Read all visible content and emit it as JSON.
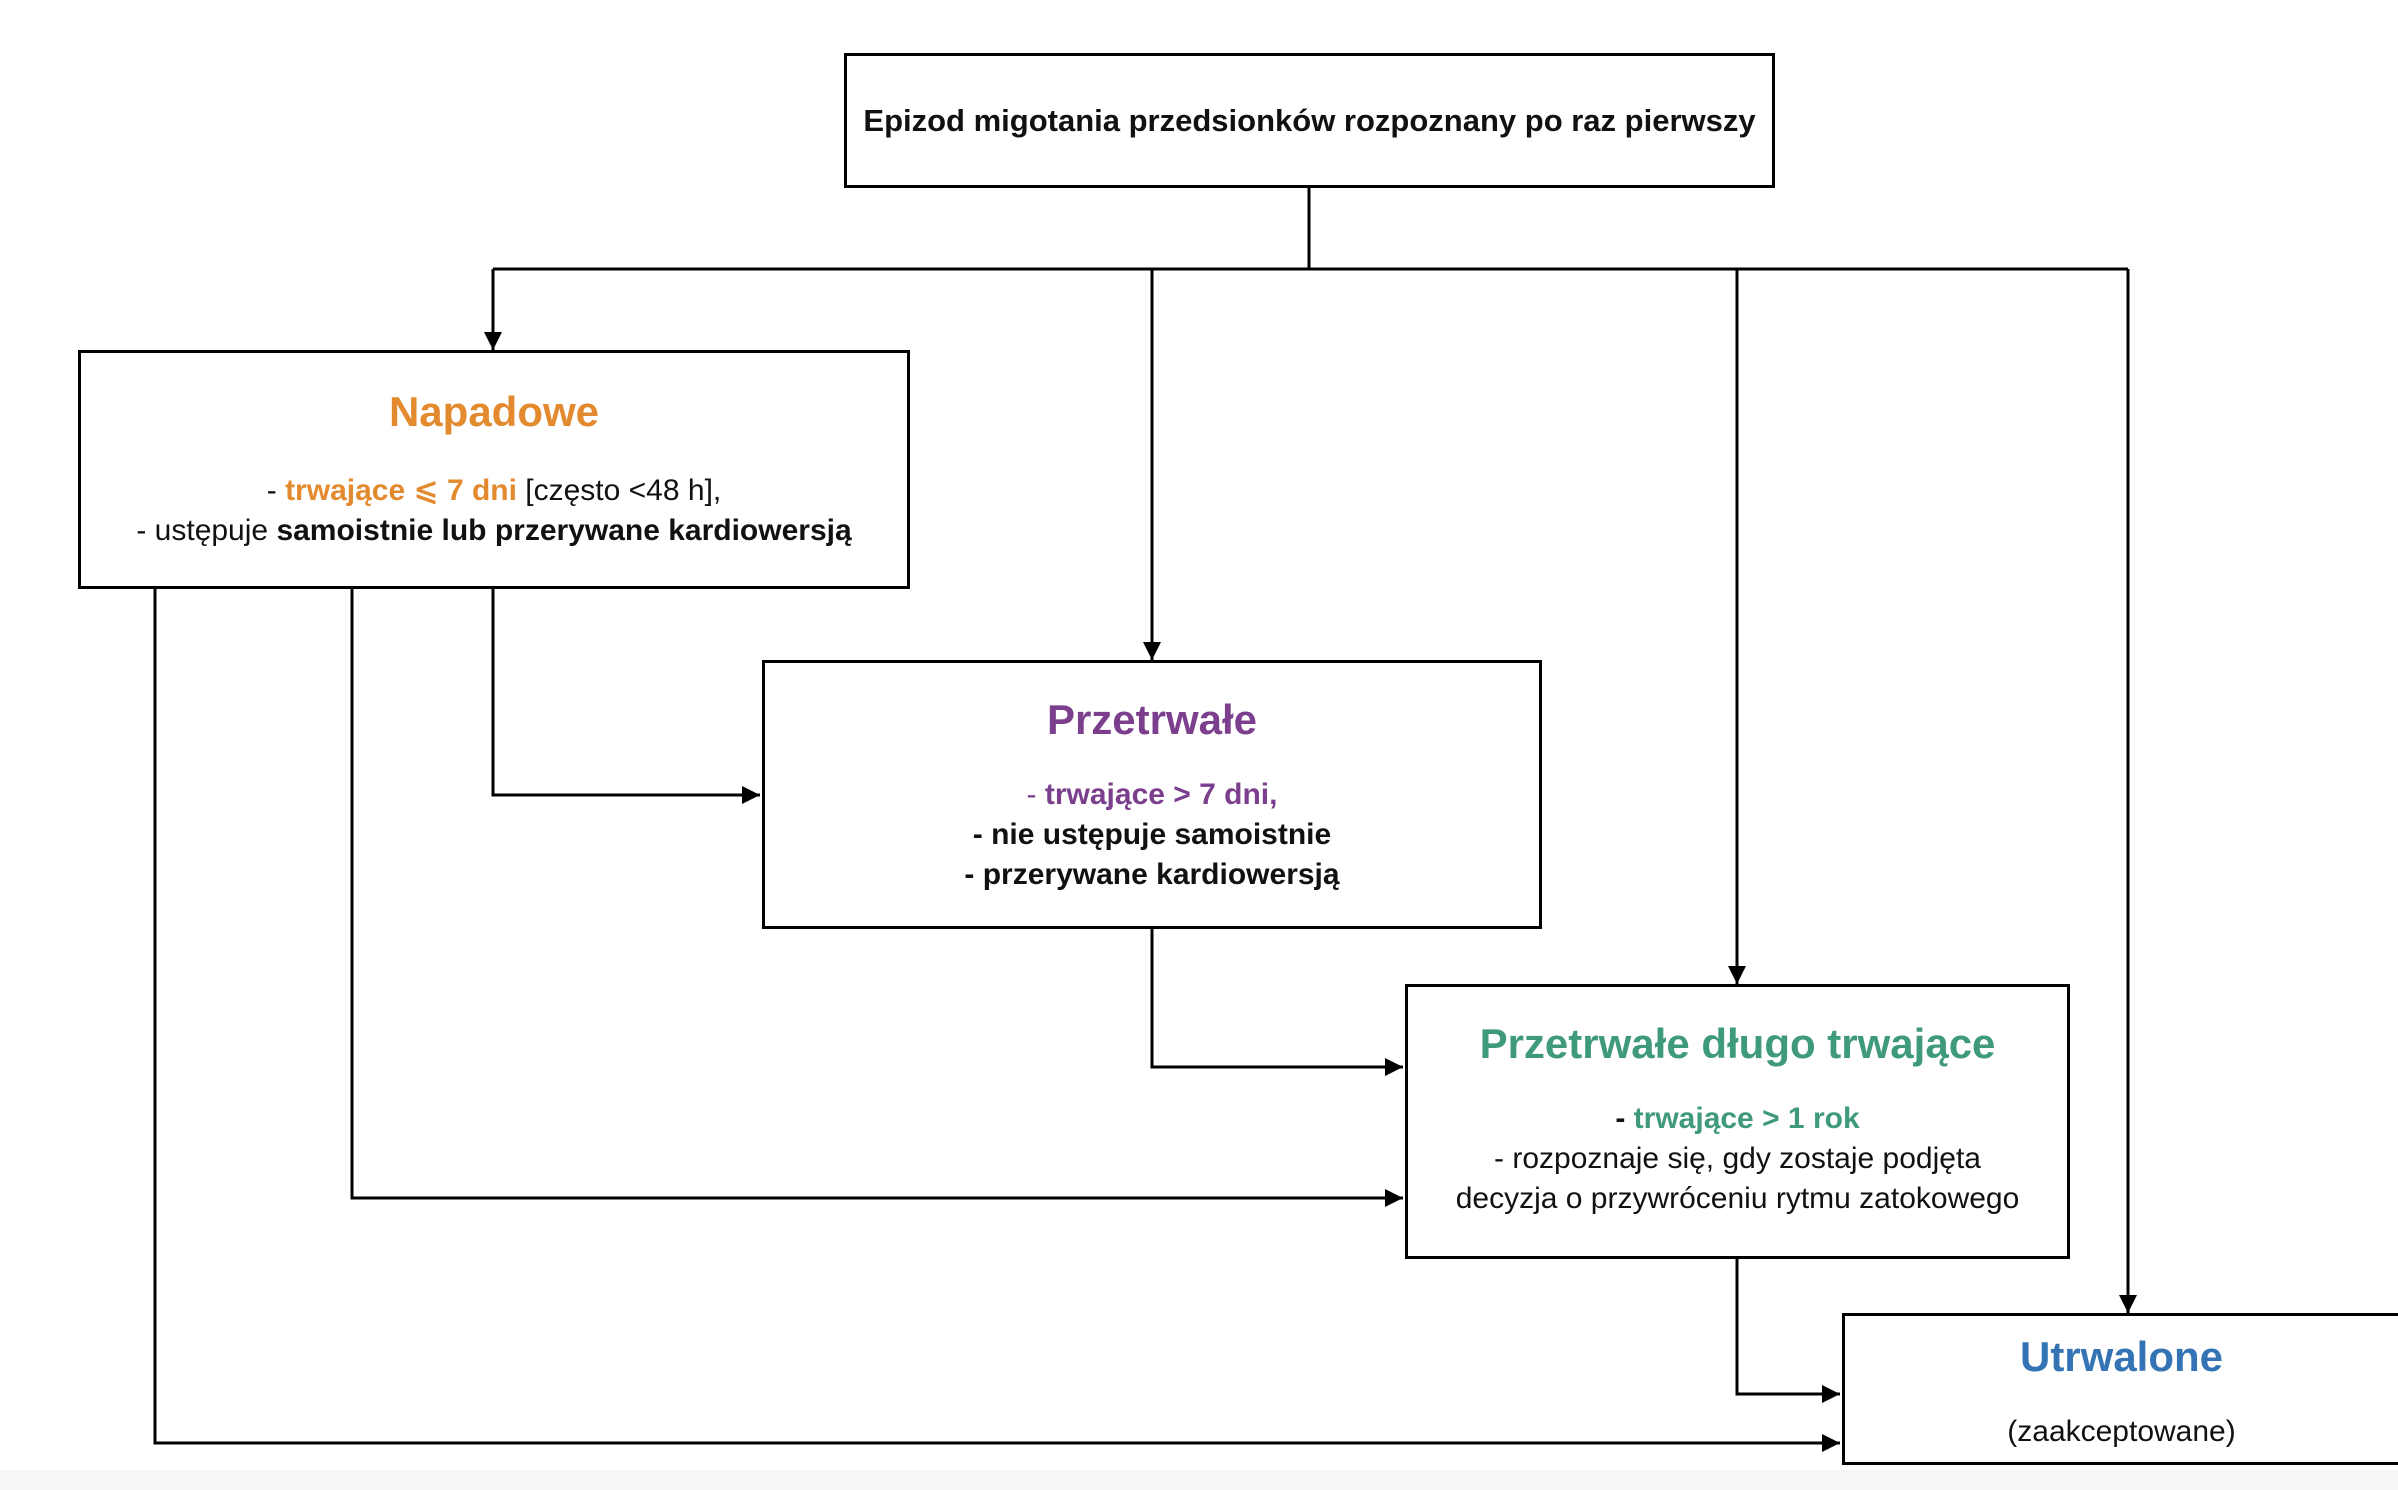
{
  "root": {
    "text": "Epizod migotania przedsionków rozpoznany po raz pierwszy"
  },
  "napadowe": {
    "title": "Napadowe",
    "line1_prefix": "- ",
    "line1_highlight": "trwające ⩽ 7 dni",
    "line1_rest": " [często <48 h],",
    "line2_prefix": "- ustępuje ",
    "line2_bold": "samoistnie lub przerywane kardiowersją"
  },
  "przetrwale": {
    "title": "Przetrwałe",
    "line1_prefix": "- ",
    "line1_highlight": "trwające > 7 dni,",
    "line2": "- nie ustępuje samoistnie",
    "line3": "- przerywane kardiowersją"
  },
  "dlugo": {
    "title": "Przetrwałe długo trwające",
    "line1_prefix": "- ",
    "line1_highlight": "trwające > 1 rok",
    "line2": "- rozpoznaje się, gdy zostaje podjęta",
    "line3": "decyzja o przywróceniu rytmu zatokowego"
  },
  "utrwalone": {
    "title": "Utrwalone",
    "subtitle": "(zaakceptowane)"
  },
  "colors": {
    "napadowe": "#E38A2E",
    "przetrwale": "#7B3F8E",
    "dlugo": "#3E9A7B",
    "utrwalone": "#3474B4",
    "line": "#000000"
  }
}
